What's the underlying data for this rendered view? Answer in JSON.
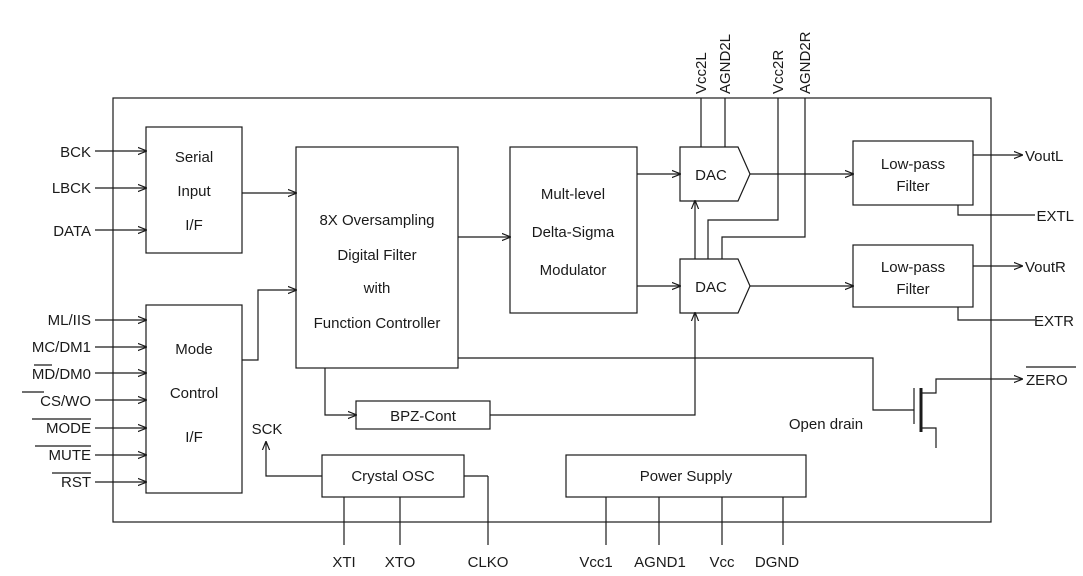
{
  "inputs": {
    "bck": "BCK",
    "lbck": "LBCK",
    "data": "DATA",
    "ml_iis": "ML/IIS",
    "mc_dm1": "MC/DM1",
    "md_dm0": "MD/DM0",
    "cs_wo": "CS/WO",
    "mode": "MODE",
    "mute": "MUTE",
    "rst": "RST"
  },
  "top_pins": {
    "vcc2l": "Vcc2L",
    "agnd2l": "AGND2L",
    "vcc2r": "Vcc2R",
    "agnd2r": "AGND2R"
  },
  "bottom_pins": {
    "xti": "XTI",
    "xto": "XTO",
    "clko": "CLKO",
    "vcc1": "Vcc1",
    "agnd1": "AGND1",
    "vcc": "Vcc",
    "dgnd": "DGND"
  },
  "outputs": {
    "voutl": "VoutL",
    "extl": "EXTL",
    "voutr": "VoutR",
    "extr": "EXTR",
    "zero": "ZERO",
    "sck": "SCK",
    "open_drain": "Open drain"
  },
  "blocks": {
    "serial_if": [
      "Serial",
      "Input",
      "I/F"
    ],
    "mode_ctrl": [
      "Mode",
      "Control",
      "I/F"
    ],
    "digital_filter": [
      "8X Oversampling",
      "Digital Filter",
      "with",
      "Function Controller"
    ],
    "modulator": [
      "Mult-level",
      "Delta-Sigma",
      "Modulator"
    ],
    "dac_l": "DAC",
    "dac_r": "DAC",
    "lpf_l": [
      "Low-pass",
      "Filter"
    ],
    "lpf_r": [
      "Low-pass",
      "Filter"
    ],
    "bpz": "BPZ-Cont",
    "crystal": "Crystal OSC",
    "power": "Power Supply"
  }
}
